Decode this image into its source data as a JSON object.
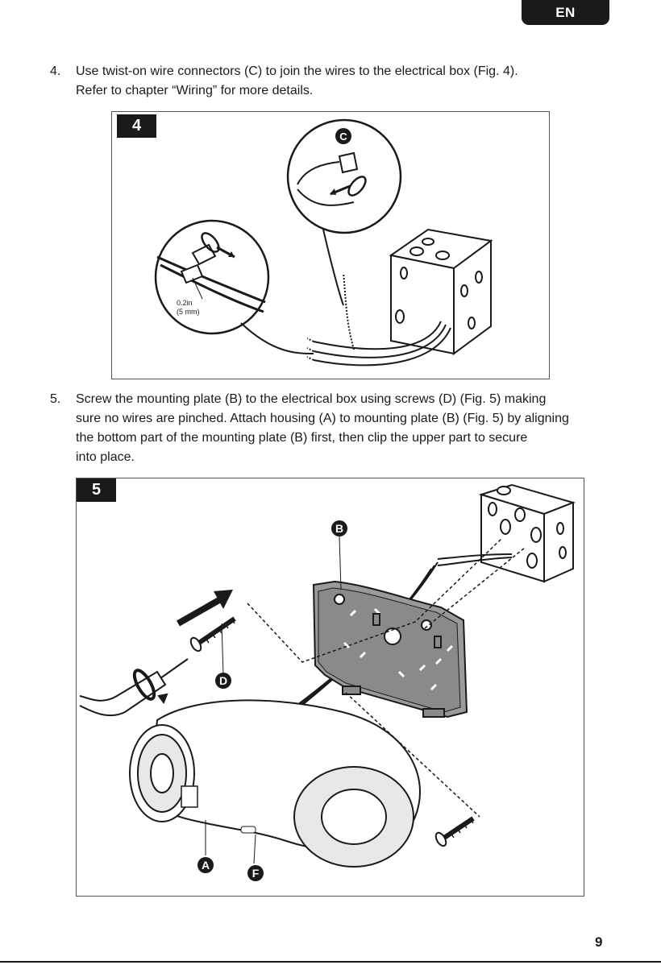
{
  "header": {
    "lang": "EN"
  },
  "steps": [
    {
      "number": "4.",
      "lines": [
        "Use twist-on wire connectors (C) to join the wires to the electrical box (Fig. 4).",
        "Refer to chapter “Wiring” for more details."
      ]
    },
    {
      "number": "5.",
      "lines": [
        "Screw the mounting plate (B) to the electrical box using screws (D) (Fig. 5) making",
        "sure no wires are pinched. Attach housing (A) to mounting plate (B) (Fig. 5) by aligning",
        "the bottom part of the mounting plate (B) first, then clip the upper part to secure",
        "into place."
      ]
    }
  ],
  "figures": {
    "fig4": {
      "label": "4",
      "badge_c": "C",
      "dim_in": "0.2in",
      "dim_mm": "(5 mm)"
    },
    "fig5": {
      "label": "5",
      "badge_b": "B",
      "badge_d": "D",
      "badge_a": "A",
      "badge_f": "F"
    }
  },
  "footer": {
    "page_number": "9"
  }
}
